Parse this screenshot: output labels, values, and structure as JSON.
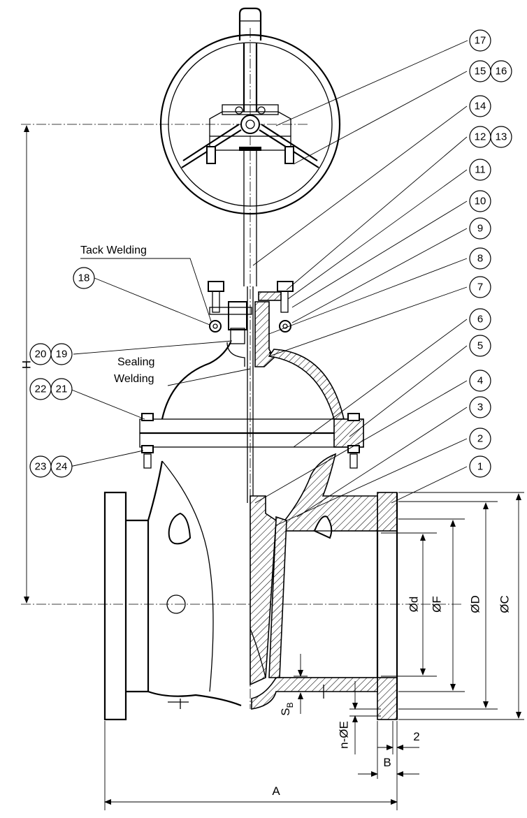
{
  "part_numbers": [
    "1",
    "2",
    "3",
    "4",
    "5",
    "6",
    "7",
    "8",
    "9",
    "10",
    "11",
    "12",
    "13",
    "14",
    "15",
    "16",
    "17",
    "18",
    "19",
    "20",
    "21",
    "22",
    "23",
    "24"
  ],
  "notes": {
    "tack_welding": "Tack Welding",
    "sealing": "Sealing",
    "welding": "Welding"
  },
  "dimensions": {
    "H": "H",
    "A": "A",
    "B": "B",
    "two": "2",
    "d": "Ød",
    "F": "ØF",
    "D": "ØD",
    "C": "ØC",
    "SB_main": "S",
    "SB_sub": "B",
    "nE": "n-ØE"
  }
}
